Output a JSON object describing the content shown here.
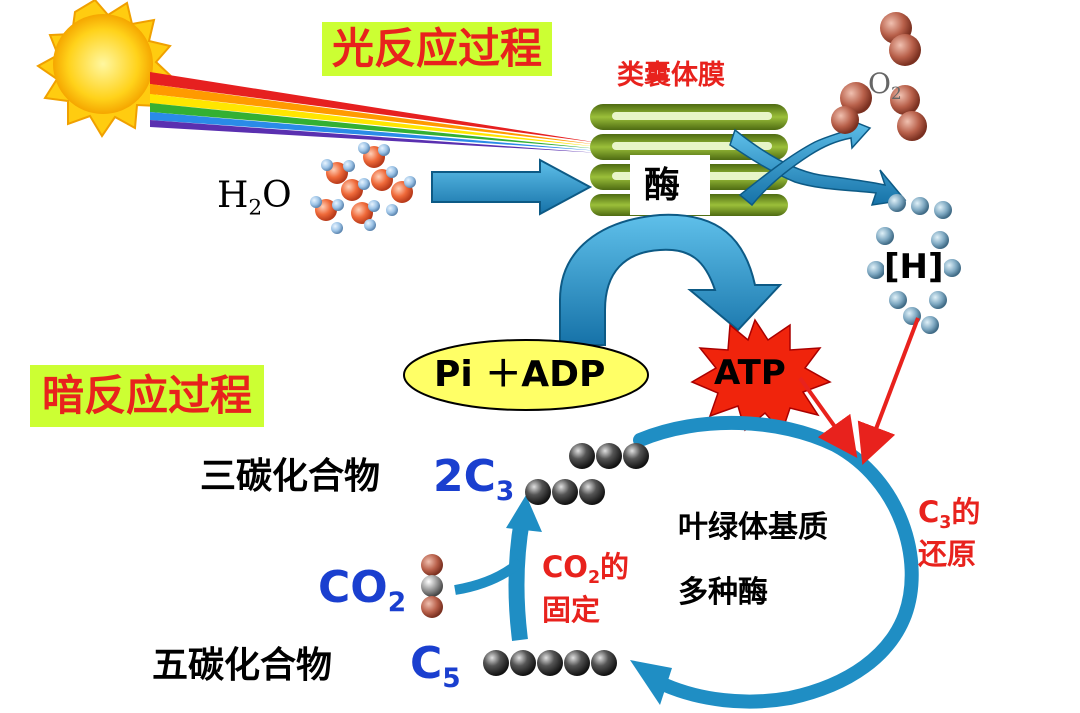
{
  "titles": {
    "light": "光反应过程",
    "dark": "暗反应过程"
  },
  "labels": {
    "thylakoid": "类囊体膜",
    "enzyme": "酶",
    "h2o_main": "H",
    "h2o_sub": "2",
    "h2o_tail": "O",
    "o2_main": "O",
    "o2_sub": "2",
    "h": "[H]",
    "pi_adp": "Pi ＋ADP",
    "atp": "ATP",
    "c3_name": "三碳化合物",
    "c3_formula_main": "2C",
    "c3_formula_sub": "3",
    "c5_name": "五碳化合物",
    "c5_formula_main": "C",
    "c5_formula_sub": "5",
    "co2_main": "CO",
    "co2_sub": "2",
    "stroma_line1": "叶绿体基质",
    "stroma_line2": "多种酶",
    "fix_line1_main": "CO",
    "fix_line1_sub": "2",
    "fix_line1_tail": "的",
    "fix_line2": "固定",
    "red_line1_main": "C",
    "red_line1_sub": "3",
    "red_line1_tail": "的",
    "red_line2": "还原"
  },
  "colors": {
    "title_bg": "#ccff33",
    "title_text": "#e8221d",
    "arrow_blue": "#1f8ec4",
    "formula_blue": "#1a3fcf",
    "atp_red": "#f0240c",
    "ellipse_yellow": "#ffff66",
    "membrane_green": "#6b8e23"
  }
}
